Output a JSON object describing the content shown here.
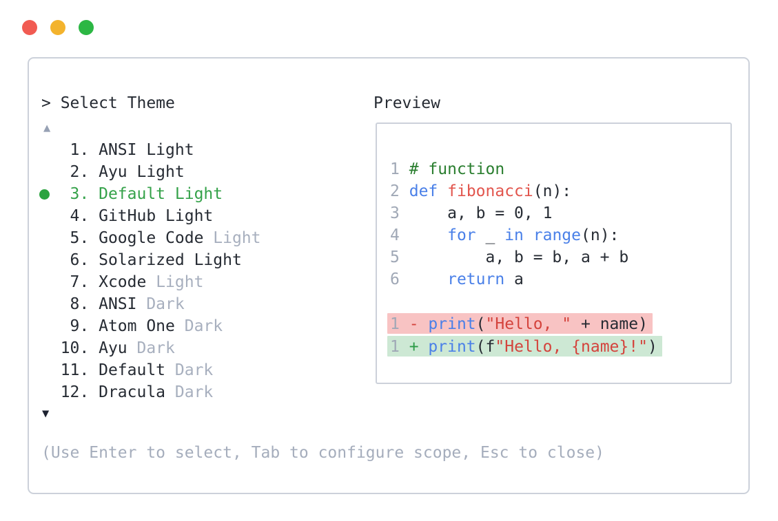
{
  "window": {
    "controls": [
      {
        "name": "close",
        "color": "#f15b52"
      },
      {
        "name": "minimize",
        "color": "#f3b32d"
      },
      {
        "name": "zoom",
        "color": "#2cb744"
      }
    ]
  },
  "theme_picker": {
    "prompt": "> Select Theme",
    "icons": {
      "scroll_up": "▲",
      "scroll_down": "▼"
    },
    "selected_color": "#35a24a",
    "muted_color": "#a7afbe",
    "items": [
      {
        "number": "1",
        "name": "ANSI",
        "suffix": "Light",
        "suffix_muted": false,
        "selected": false
      },
      {
        "number": "2",
        "name": "Ayu",
        "suffix": "Light",
        "suffix_muted": false,
        "selected": false
      },
      {
        "number": "3",
        "name": "Default",
        "suffix": "Light",
        "suffix_muted": false,
        "selected": true
      },
      {
        "number": "4",
        "name": "GitHub",
        "suffix": "Light",
        "suffix_muted": false,
        "selected": false
      },
      {
        "number": "5",
        "name": "Google Code",
        "suffix": "Light",
        "suffix_muted": true,
        "selected": false
      },
      {
        "number": "6",
        "name": "Solarized",
        "suffix": "Light",
        "suffix_muted": false,
        "selected": false
      },
      {
        "number": "7",
        "name": "Xcode",
        "suffix": "Light",
        "suffix_muted": true,
        "selected": false
      },
      {
        "number": "8",
        "name": "ANSI",
        "suffix": "Dark",
        "suffix_muted": true,
        "selected": false
      },
      {
        "number": "9",
        "name": "Atom One",
        "suffix": "Dark",
        "suffix_muted": true,
        "selected": false
      },
      {
        "number": "10",
        "name": "Ayu",
        "suffix": "Dark",
        "suffix_muted": true,
        "selected": false
      },
      {
        "number": "11",
        "name": "Default",
        "suffix": "Dark",
        "suffix_muted": true,
        "selected": false
      },
      {
        "number": "12",
        "name": "Dracula",
        "suffix": "Dark",
        "suffix_muted": true,
        "selected": false
      }
    ],
    "help": "(Use Enter to select, Tab to configure scope, Esc to close)"
  },
  "preview": {
    "title": "Preview",
    "syntax_colors": {
      "comment": "#2a7e2f",
      "keyword": "#4a80e8",
      "function": "#e2554d",
      "string": "#d4433c",
      "line_number": "#a0a8b6",
      "diff_removed_bg": "#f8c3c3",
      "diff_added_bg": "#cde8d4"
    },
    "code_lines": [
      {
        "num": "1",
        "diff": null,
        "tokens": [
          {
            "c": "comment",
            "t": "# function"
          }
        ]
      },
      {
        "num": "2",
        "diff": null,
        "tokens": [
          {
            "c": "keyword",
            "t": "def"
          },
          {
            "c": "plain",
            "t": " "
          },
          {
            "c": "function",
            "t": "fibonacci"
          },
          {
            "c": "plain",
            "t": "(n):"
          }
        ]
      },
      {
        "num": "3",
        "diff": null,
        "tokens": [
          {
            "c": "plain",
            "t": "    a, b = 0, 1"
          }
        ]
      },
      {
        "num": "4",
        "diff": null,
        "tokens": [
          {
            "c": "plain",
            "t": "    "
          },
          {
            "c": "keyword",
            "t": "for"
          },
          {
            "c": "plain",
            "t": " _ "
          },
          {
            "c": "keyword",
            "t": "in"
          },
          {
            "c": "plain",
            "t": " "
          },
          {
            "c": "keyword",
            "t": "range"
          },
          {
            "c": "plain",
            "t": "(n):"
          }
        ]
      },
      {
        "num": "5",
        "diff": null,
        "tokens": [
          {
            "c": "plain",
            "t": "        a, b = b, a + b"
          }
        ]
      },
      {
        "num": "6",
        "diff": null,
        "tokens": [
          {
            "c": "keyword",
            "t": "    return"
          },
          {
            "c": "plain",
            "t": " a"
          }
        ]
      },
      {
        "num": "",
        "diff": null,
        "tokens": []
      },
      {
        "num": "1",
        "diff": "removed",
        "tokens": [
          {
            "c": "del",
            "t": "- "
          },
          {
            "c": "keyword",
            "t": "print"
          },
          {
            "c": "plain",
            "t": "("
          },
          {
            "c": "string",
            "t": "\"Hello, \""
          },
          {
            "c": "plain",
            "t": " + name)"
          }
        ]
      },
      {
        "num": "1",
        "diff": "added",
        "tokens": [
          {
            "c": "ins",
            "t": "+ "
          },
          {
            "c": "keyword",
            "t": "print"
          },
          {
            "c": "plain",
            "t": "(f"
          },
          {
            "c": "string",
            "t": "\"Hello, {name}!\""
          },
          {
            "c": "plain",
            "t": ")"
          }
        ]
      }
    ]
  }
}
